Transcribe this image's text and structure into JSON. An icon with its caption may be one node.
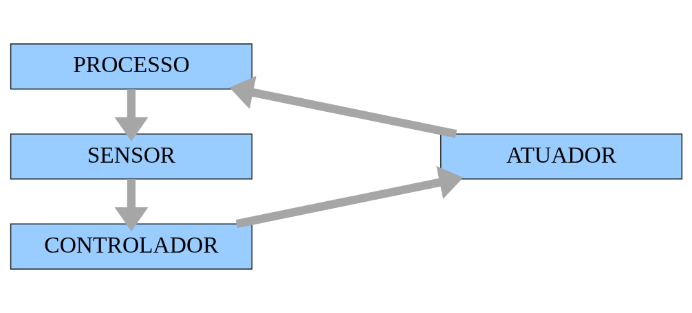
{
  "diagram": {
    "nodes": [
      {
        "text": [
          "PROCESSO"
        ]
      },
      {
        "text": [
          "SENSOR"
        ]
      },
      {
        "text": [
          "CONTROLADOR"
        ]
      },
      {
        "text": [
          "ATUADOR"
        ]
      }
    ],
    "edges": [
      {
        "from": 0,
        "to": 1,
        "arrow": "to"
      },
      {
        "from": 1,
        "to": 2,
        "arrow": "to"
      },
      {
        "from": 2,
        "to": 3,
        "arrow": "to"
      },
      {
        "from": 3,
        "to": 0,
        "arrow": "to"
      }
    ]
  }
}
